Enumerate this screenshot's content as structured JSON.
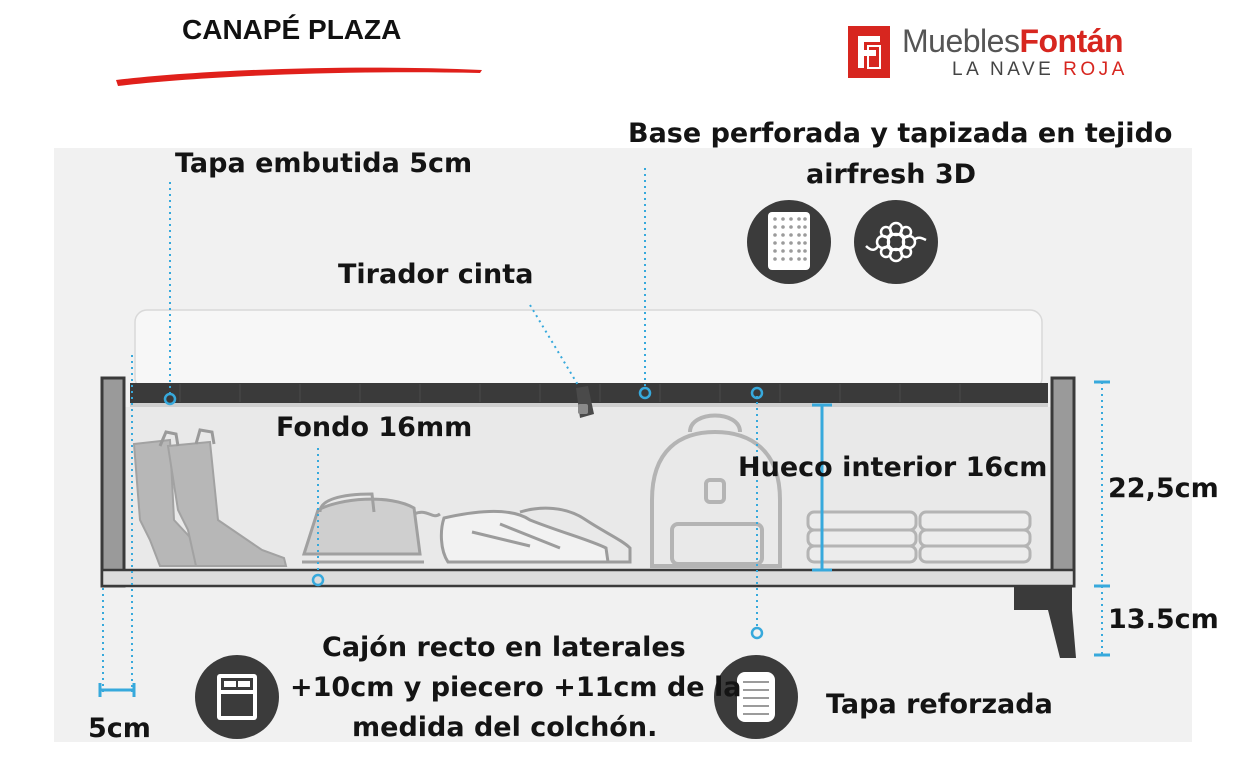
{
  "header": {
    "title": "CANAPÉ PLAZA"
  },
  "brand": {
    "name_left": "Muebles",
    "name_right": "Fontán",
    "tagline_left": "LA NAVE ",
    "tagline_right": "ROJA",
    "accent_color": "#d7261f"
  },
  "labels": {
    "tapa_embutida": "Tapa embutida 5cm",
    "base_line1": "Base perforada y tapizada en tejido",
    "base_line2": "airfresh 3D",
    "tirador": "Tirador cinta",
    "fondo": "Fondo 16mm",
    "hueco": "Hueco interior 16cm",
    "altura_total": "22,5cm",
    "altura_pata": "13.5cm",
    "cajon_line1": "Cajón recto en laterales",
    "cajon_line2": "+10cm y piecero +11cm de la",
    "cajon_line3": "medida del colchón.",
    "tapa_reforzada": "Tapa reforzada",
    "ancho_lateral": "5cm"
  },
  "icons": {
    "base_perforada": "perforated-panel-icon",
    "airfresh": "airflow-fabric-icon",
    "cajon": "bed-drawer-icon",
    "tapa_reforzada": "reinforced-lid-icon"
  },
  "colors": {
    "dimension_line": "#37a9dc",
    "frame_dark": "#3a3a3a",
    "icon_circle": "#3b3b3b",
    "underline_red": "#e0201b"
  }
}
